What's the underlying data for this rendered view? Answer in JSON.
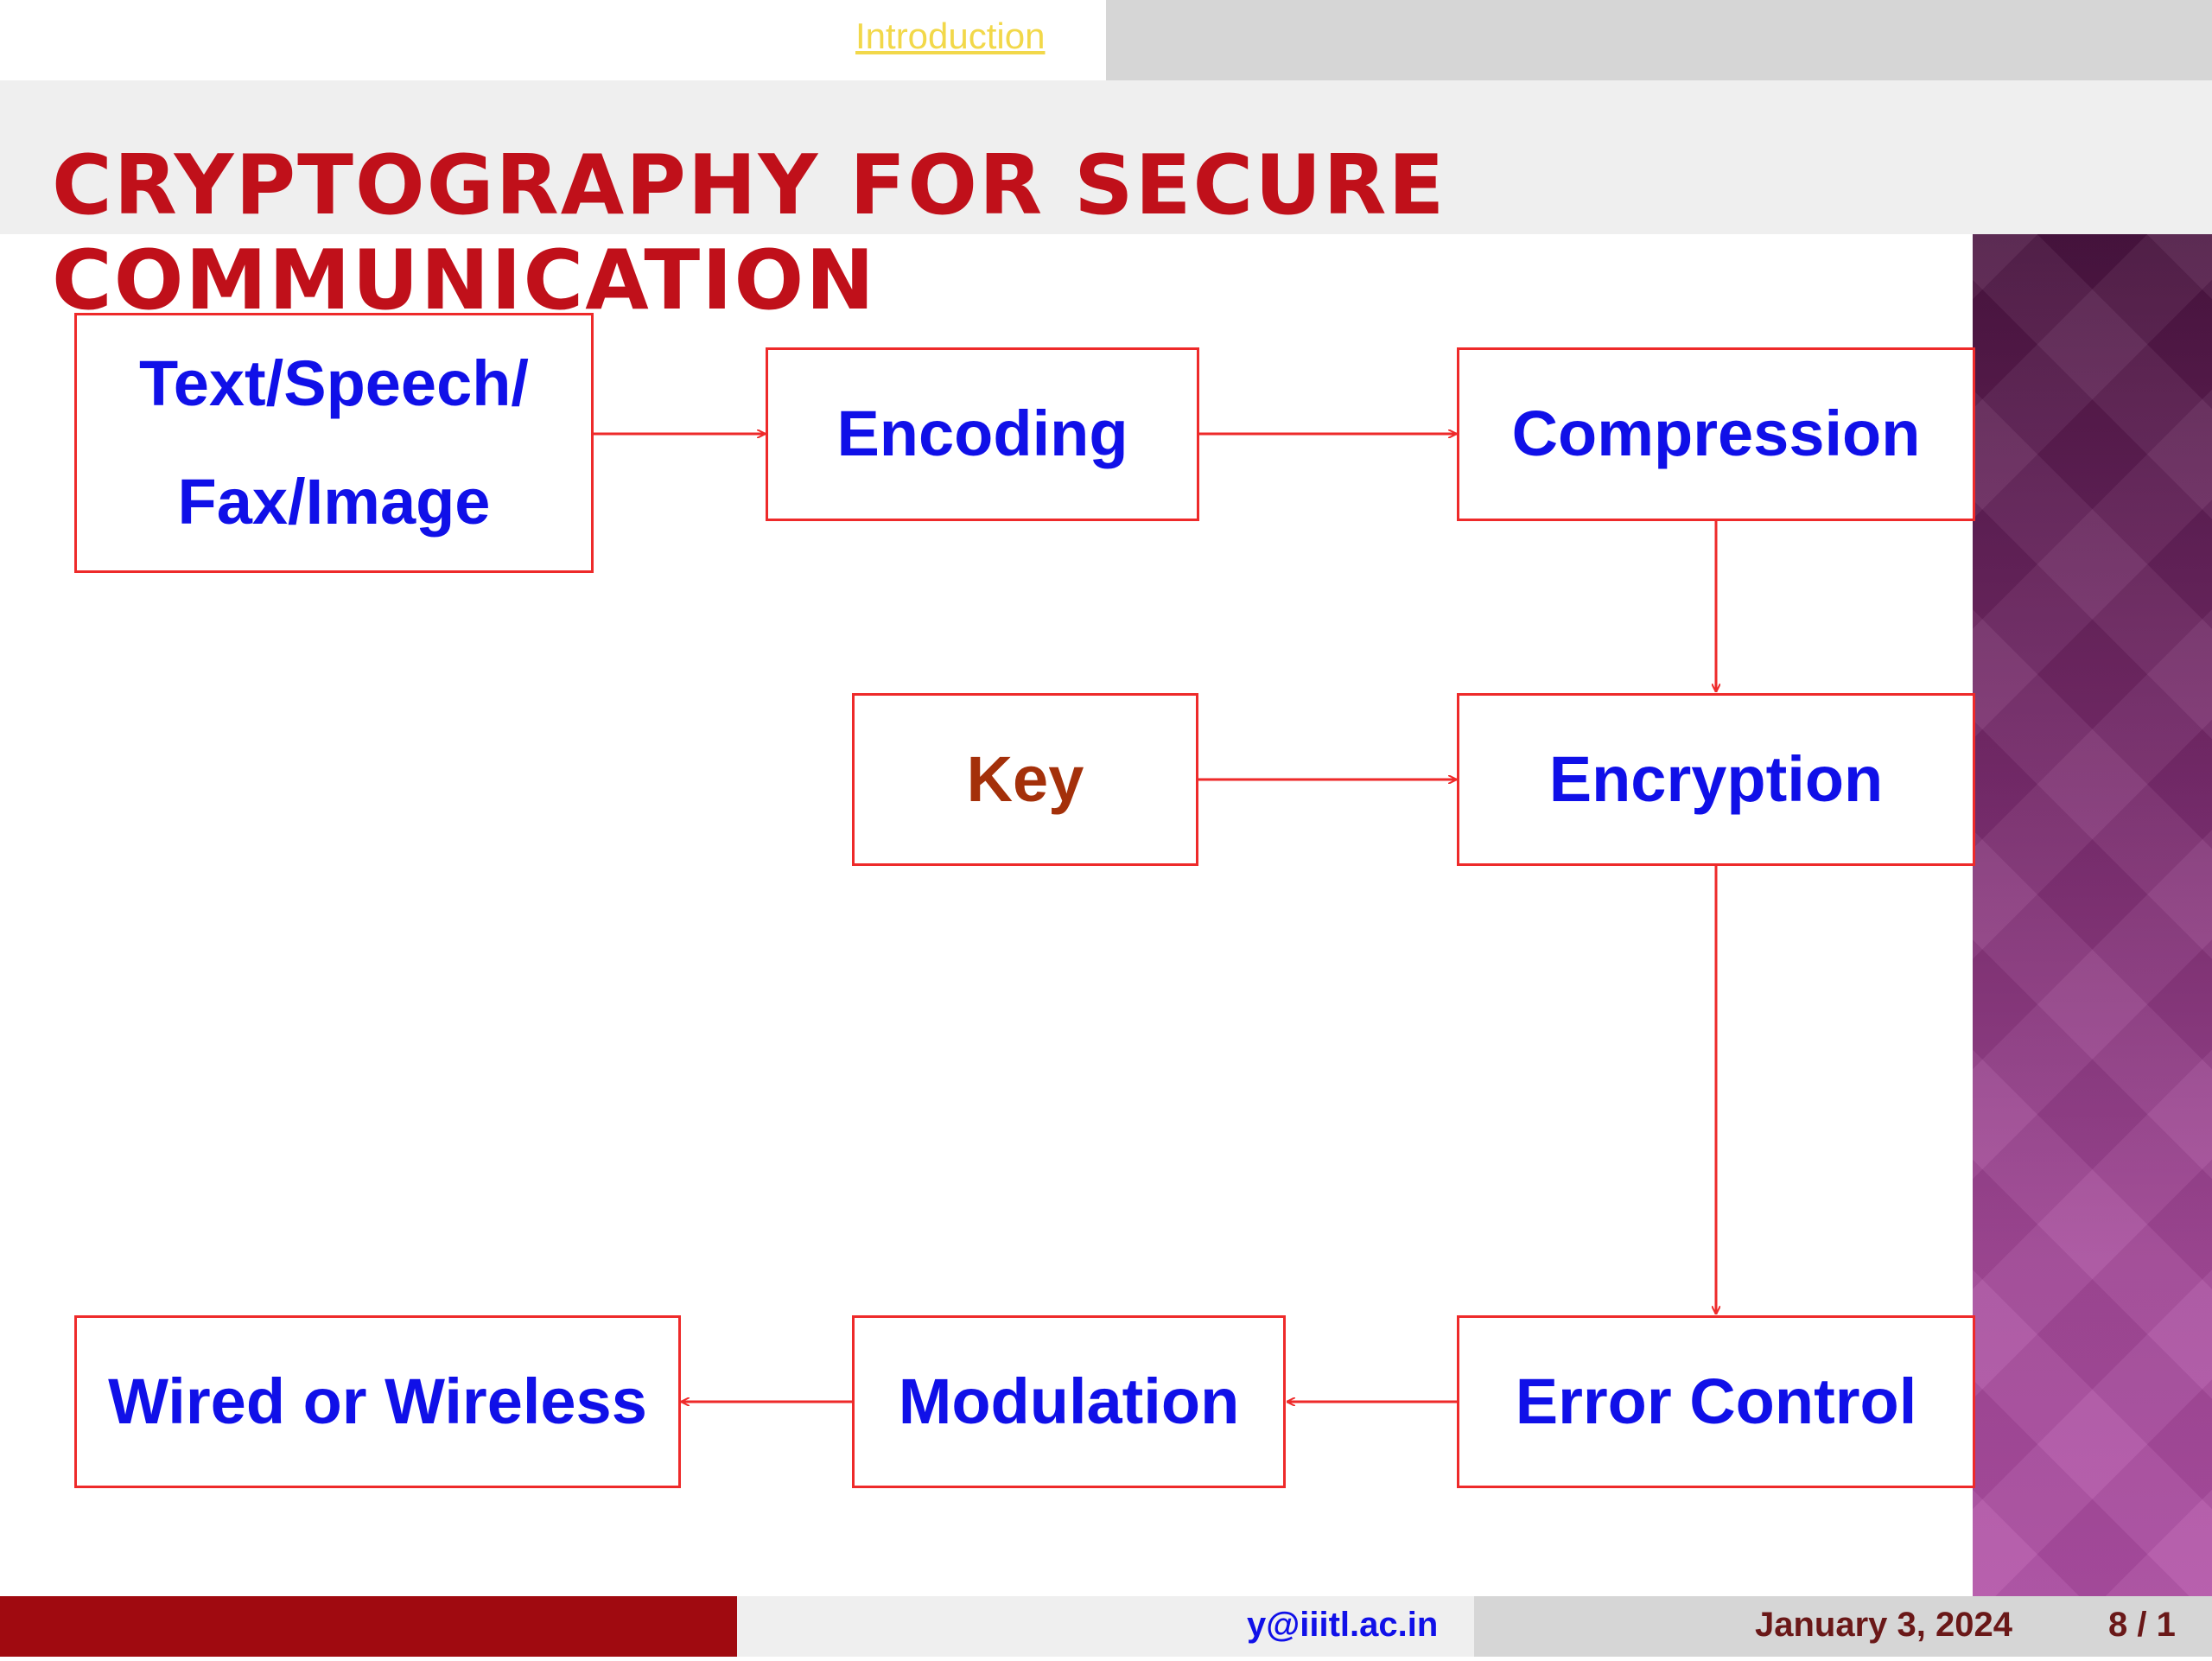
{
  "header": {
    "section": "Introduction"
  },
  "slide": {
    "title": "CRYPTOGRAPHY FOR SECURE COMMUNICATION"
  },
  "diagram": {
    "nodes": {
      "source": "Text/Speech/ Fax/Image",
      "encoding": "Encoding",
      "compression": "Compression",
      "key": "Key",
      "encryption": "Encryption",
      "error_control": "Error Control",
      "modulation": "Modulation",
      "channel": "Wired or Wireless"
    },
    "colors": {
      "border": "#ee2a2a",
      "text": "#1010e8",
      "key_text": "#a4300a"
    }
  },
  "footer": {
    "email": "y@iiitl.ac.in",
    "date": "January 3, 2024",
    "page": "8 / 1"
  }
}
